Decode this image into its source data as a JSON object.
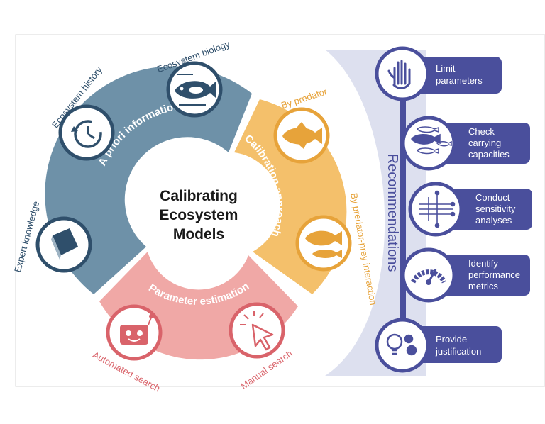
{
  "center": {
    "title_line1": "Calibrating",
    "title_line2": "Ecosystem",
    "title_line3": "Models"
  },
  "sections": {
    "a_priori": {
      "label": "A priori information",
      "color": "#6e91a8",
      "nodes": [
        "Ecosystem biology",
        "Ecosystem history",
        "Expert knowledge"
      ]
    },
    "calibration": {
      "label": "Calibration approach",
      "color": "#f4c06b",
      "nodes": [
        "By predator",
        "By predator-prey interaction"
      ]
    },
    "parameter": {
      "label": "Parameter estimation",
      "color": "#f0a8a6",
      "nodes": [
        "Automated search",
        "Manual search"
      ]
    }
  },
  "recommendations": {
    "title": "Recommendations",
    "accent": "#4a4f9c",
    "items": [
      {
        "icon": "hand-icon",
        "line1": "Limit",
        "line2": "parameters",
        "line3": ""
      },
      {
        "icon": "fish-outline-icon",
        "line1": "Check",
        "line2": "carrying",
        "line3": "capacities"
      },
      {
        "icon": "circuit-icon",
        "line1": "Conduct",
        "line2": "sensitivity",
        "line3": "analyses"
      },
      {
        "icon": "gauge-icon",
        "line1": "Identify",
        "line2": "performance",
        "line3": "metrics"
      },
      {
        "icon": "lightbulb-gears-icon",
        "line1": "Provide",
        "line2": "justification",
        "line3": ""
      }
    ]
  }
}
